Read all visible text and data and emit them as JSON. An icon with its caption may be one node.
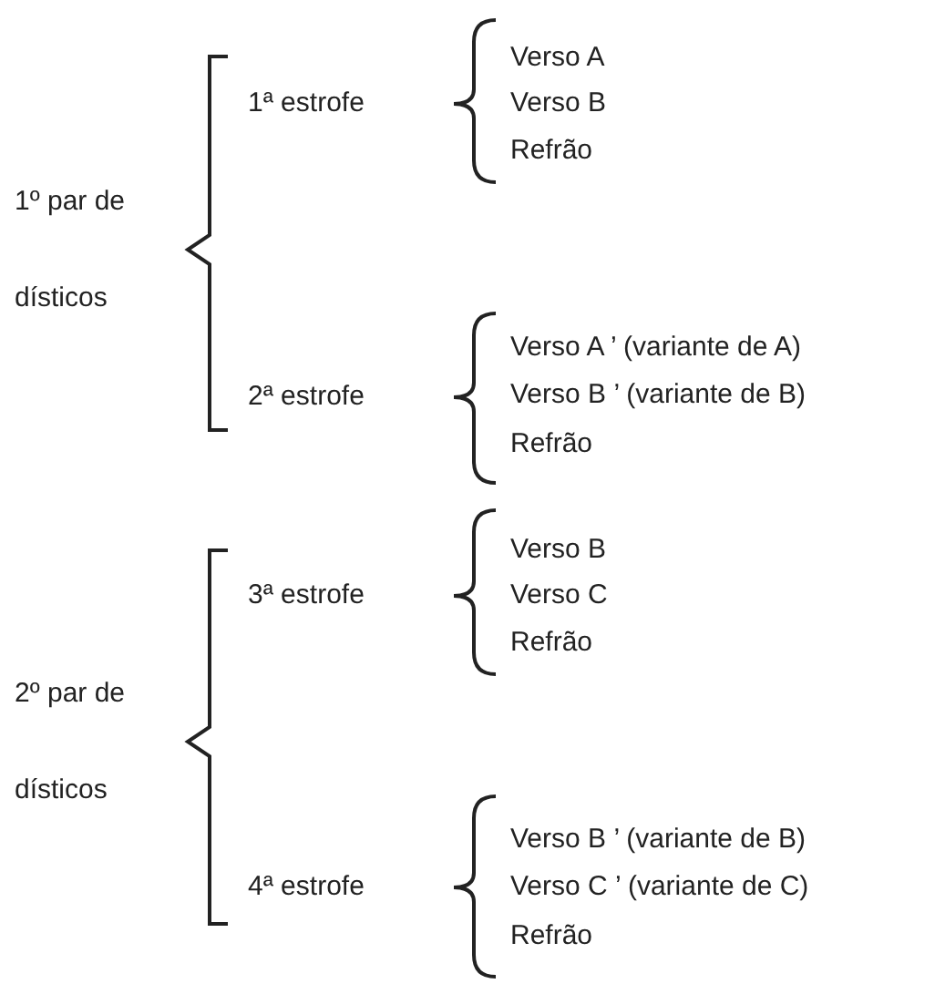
{
  "diagram": {
    "labels": [
      "1º par de dísticos",
      "1ª estrofe",
      "Verso A",
      "Verso B",
      "Refrão",
      "2ª estrofe",
      "Verso A ’ (variante de A)",
      "Verso B ’ (variante de B)",
      "Refrão",
      "2º par de dísticos",
      "3ª estrofe",
      "Verso B",
      "Verso C",
      "Refrão",
      "4ª estrofe",
      "Verso B ’ (variante de B)",
      "Verso C ’ (variante de C)",
      "Refrão"
    ]
  }
}
